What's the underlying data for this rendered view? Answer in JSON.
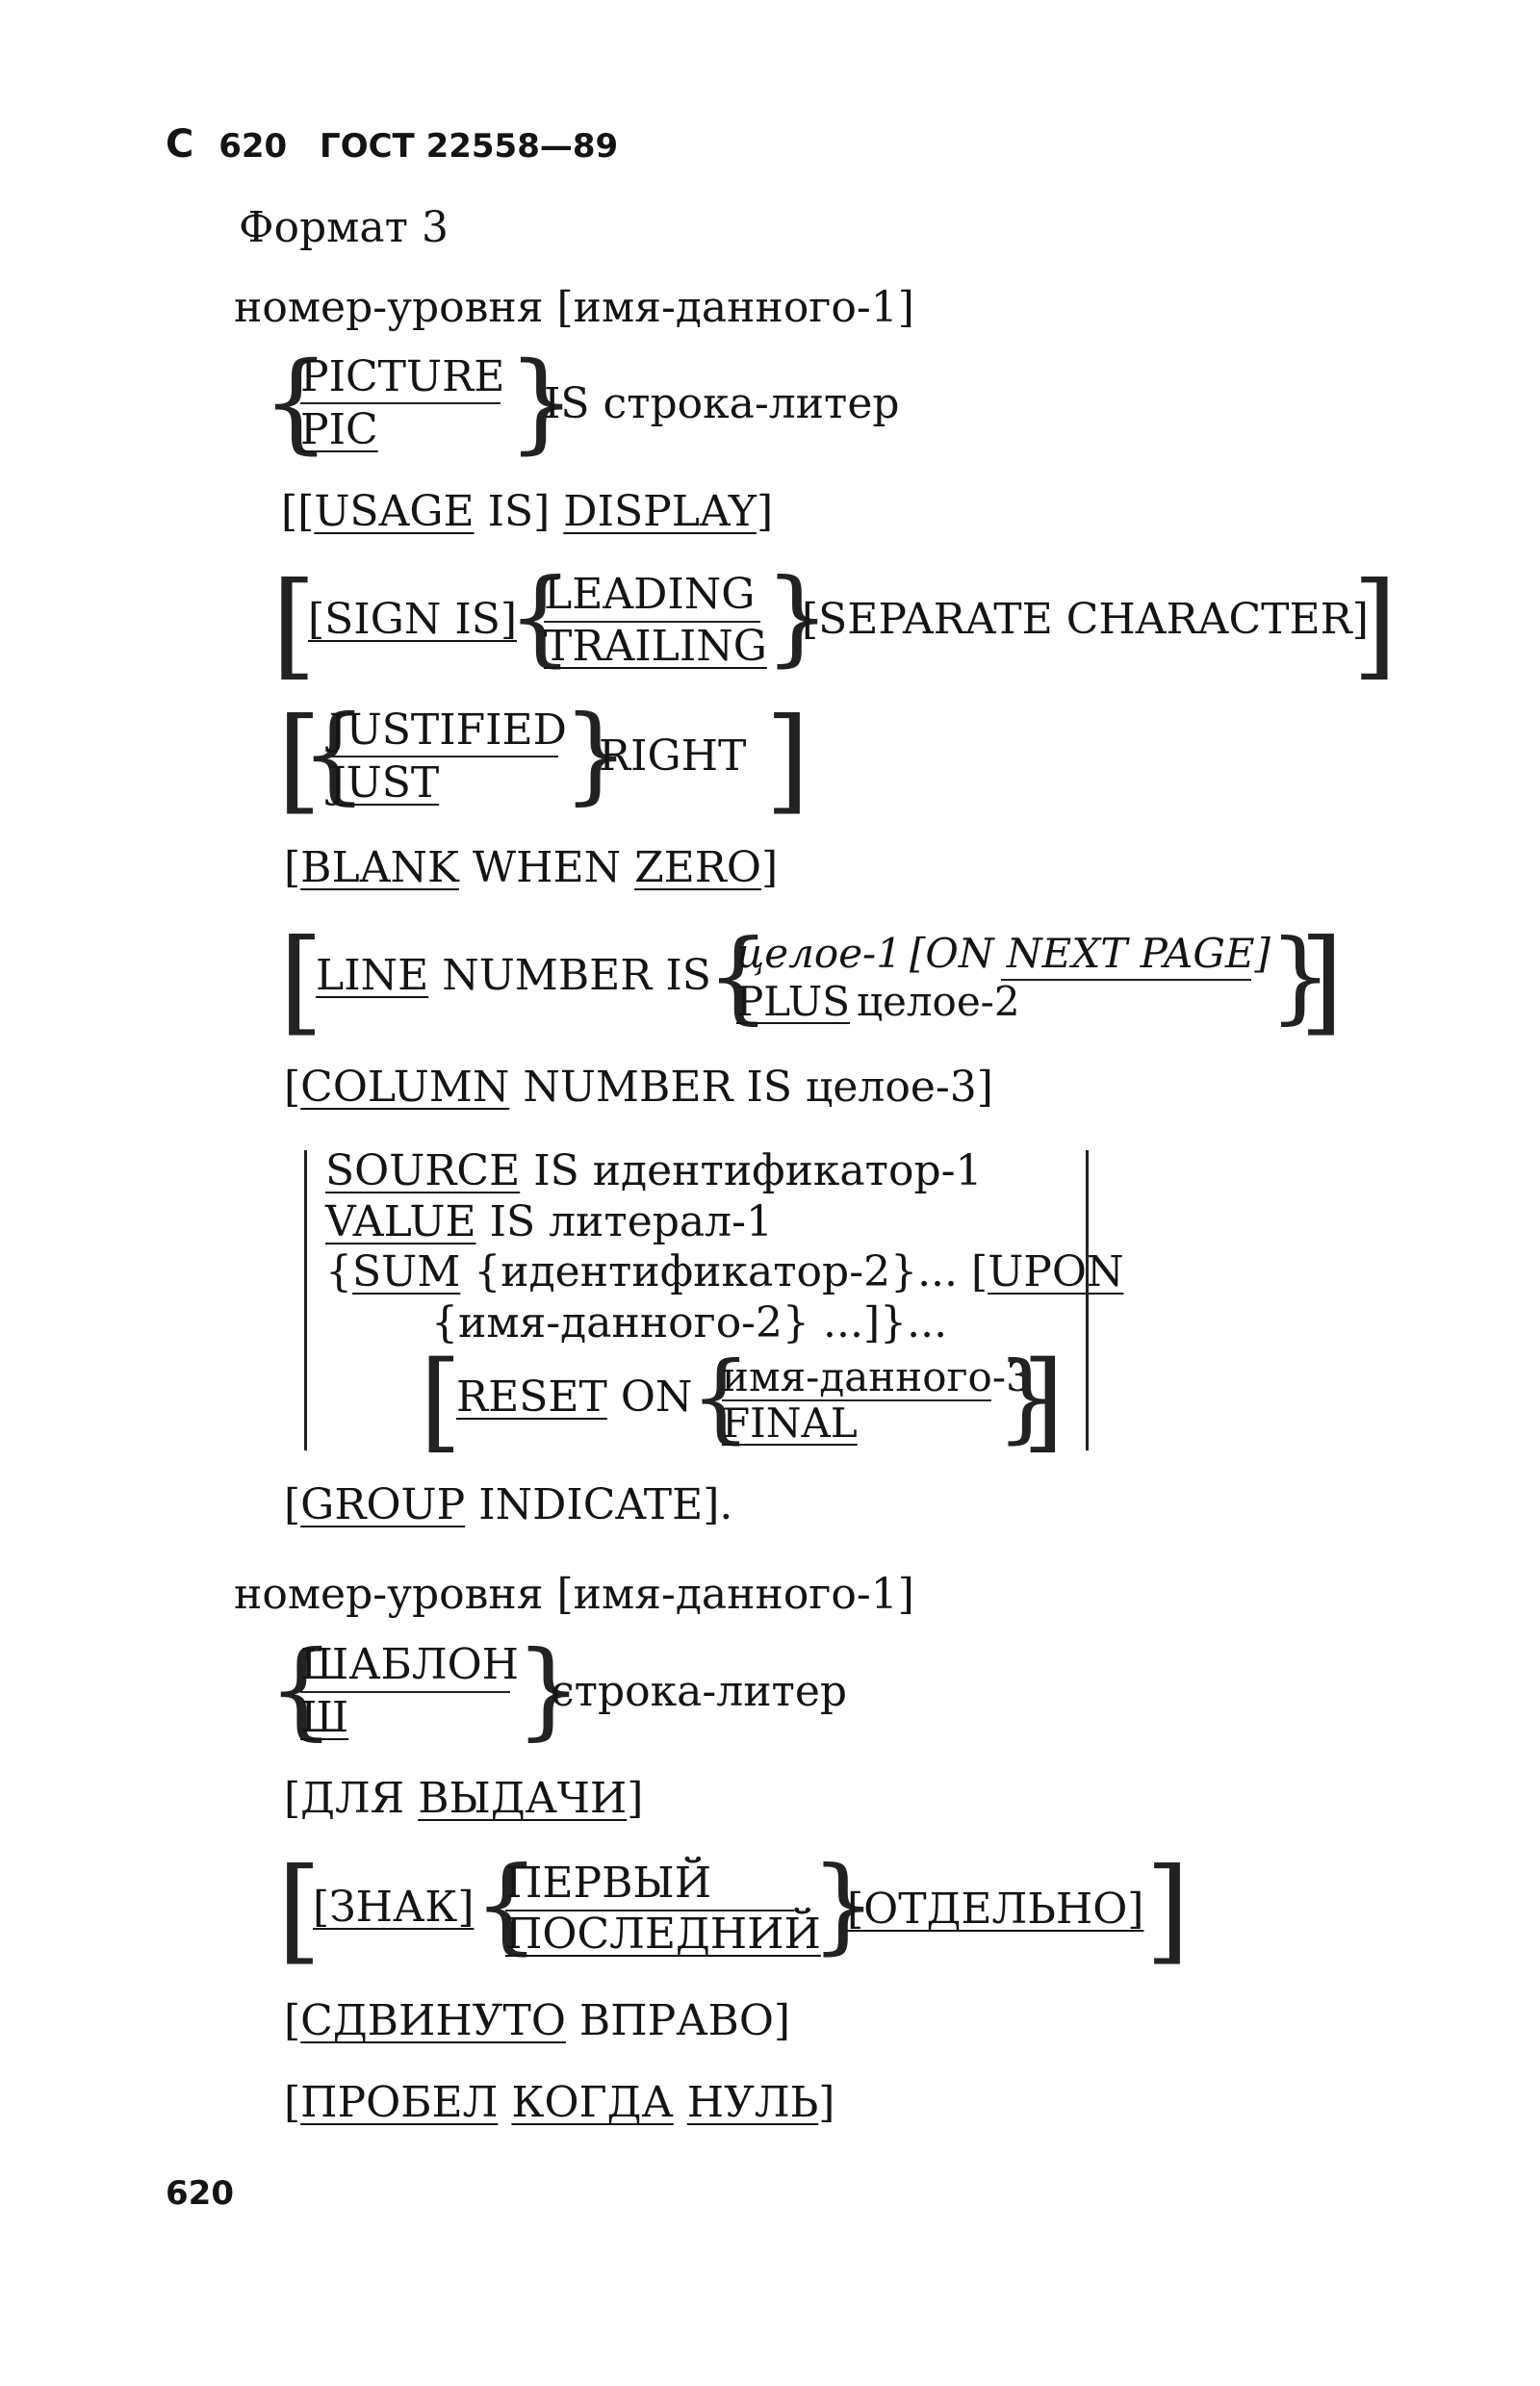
{
  "header": {
    "logo": "С",
    "page_num": "620",
    "standard": "ГОСТ 22558—89"
  },
  "format_title": "Формат 3",
  "level_line_1": "номер-уровня [имя-данного-1]",
  "picture": {
    "opt1": "PICTURE",
    "opt2": "PIC",
    "tail": "IS строка-литер"
  },
  "usage": {
    "open": "[[",
    "kw1": "USAGE",
    "mid": " IS] ",
    "kw2": "DISPLAY",
    "close": "]"
  },
  "sign": {
    "pre": "[SIGN IS]",
    "opt1": "LEADING",
    "opt2": "TRAILING",
    "post": "[SEPARATE CHARACTER]"
  },
  "justified": {
    "opt1": "JUSTIFIED",
    "opt2": "JUST",
    "post": "RIGHT"
  },
  "blank": {
    "open": "[",
    "kw1": "BLANK",
    "mid": " WHEN ",
    "kw2": "ZERO",
    "close": "]"
  },
  "line_number": {
    "pre": "LINE NUMBER IS",
    "opt1_a": "целое-1",
    "opt1_b": "[ON NEXT PAGE]",
    "opt2_a": "PLUS",
    "opt2_b": "целое-2"
  },
  "column": {
    "open": "[",
    "kw": "COLUMN",
    "rest": " NUMBER IS целое-3]"
  },
  "source_block": {
    "l1_kw": "SOURCE",
    "l1_rest": " IS идентификатор-1",
    "l2_kw": "VALUE",
    "l2_rest": " IS литерал-1",
    "l3_open": "{",
    "l3_kw": "SUM",
    "l3_mid": " {идентификатор-2}... [",
    "l3_kw2": "UPON",
    "l4": "{имя-данного-2} ...]}...",
    "reset_kw": "RESET",
    "reset_on": "ON",
    "reset_opt1": "имя-данного-3",
    "reset_opt2": "FINAL"
  },
  "group": {
    "open": "[",
    "kw": "GROUP",
    "rest": " INDICATE]."
  },
  "level_line_2": "номер-уровня [имя-данного-1]",
  "shablon": {
    "opt1": "ШАБЛОН",
    "opt2": "Ш",
    "tail": "строка-литер"
  },
  "dlya": {
    "open": "[ДЛЯ ",
    "kw": "ВЫДАЧИ",
    "close": "]"
  },
  "znak": {
    "pre": "[ЗНАК]",
    "opt1": "ПЕРВЫЙ",
    "opt2": "ПОСЛЕДНИЙ",
    "post": "[ОТДЕЛЬНО]"
  },
  "sdvinuto": {
    "open": "[",
    "kw": "СДВИНУТО",
    "rest": " ВПРАВО]"
  },
  "probel": {
    "open": "[",
    "kw1": "ПРОБЕЛ",
    "mid": " ",
    "kw2": "КОГДА",
    "mid2": " ",
    "kw3": "НУЛЬ",
    "close": "]"
  },
  "footer": {
    "page_num": "620"
  }
}
